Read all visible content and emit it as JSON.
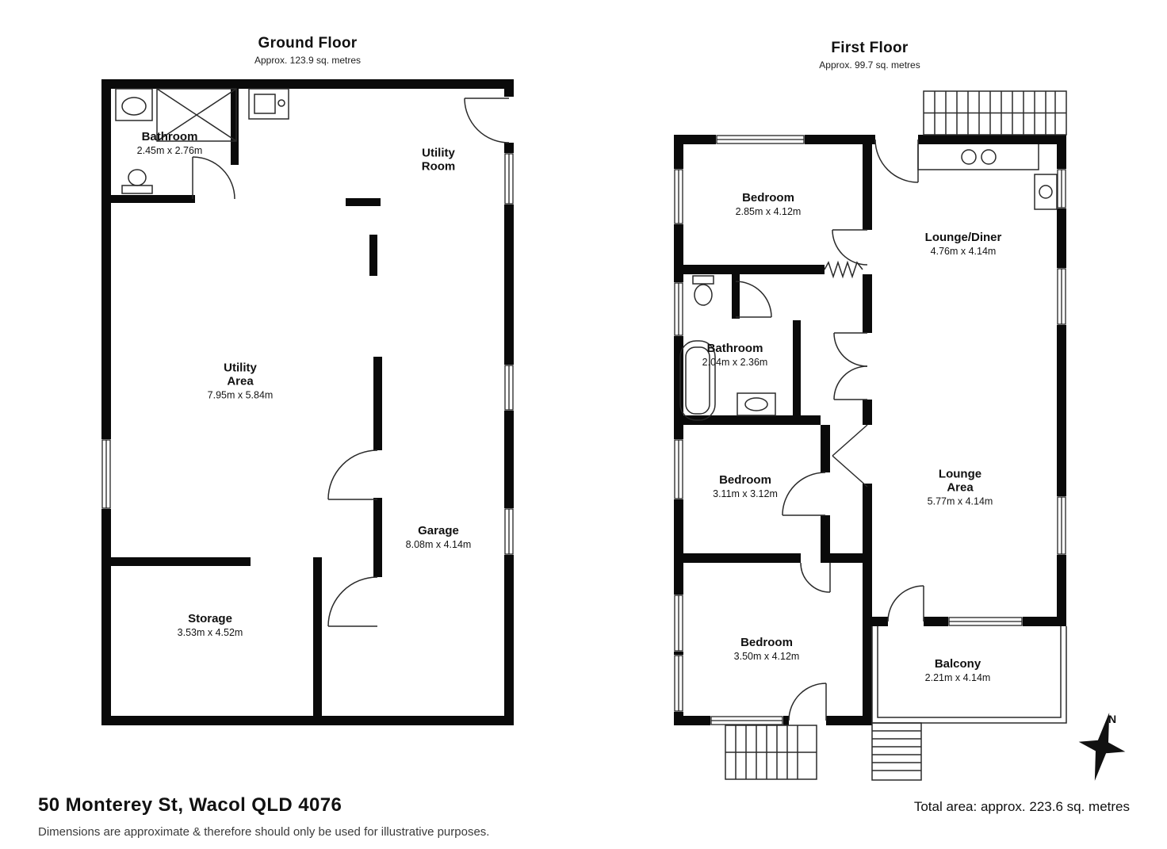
{
  "ground_floor": {
    "title": "Ground Floor",
    "subtitle": "Approx. 123.9 sq. metres",
    "rooms": [
      {
        "name": "Bathroom",
        "dims": "2.45m x 2.76m"
      },
      {
        "name": "Utility Room",
        "dims": ""
      },
      {
        "name": "Utility Area",
        "dims": "7.95m x 5.84m"
      },
      {
        "name": "Garage",
        "dims": "8.08m x 4.14m"
      },
      {
        "name": "Storage",
        "dims": "3.53m x 4.52m"
      }
    ]
  },
  "first_floor": {
    "title": "First Floor",
    "subtitle": "Approx. 99.7 sq. metres",
    "rooms": [
      {
        "name": "Bedroom",
        "dims": "2.85m x 4.12m"
      },
      {
        "name": "Lounge/Diner",
        "dims": "4.76m x 4.14m"
      },
      {
        "name": "Bathroom",
        "dims": "2.04m x 2.36m"
      },
      {
        "name": "Bedroom",
        "dims": "3.11m x 3.12m"
      },
      {
        "name": "Lounge Area",
        "dims": "5.77m x 4.14m"
      },
      {
        "name": "Bedroom",
        "dims": "3.50m x 4.12m"
      },
      {
        "name": "Balcony",
        "dims": "2.21m x 4.14m"
      }
    ]
  },
  "compass": {
    "label": "N"
  },
  "footer": {
    "address": "50 Monterey St, Wacol QLD 4076",
    "disclaimer": "Dimensions are approximate & therefore should only be used for illustrative purposes.",
    "total_area": "Total area: approx. 223.6 sq. metres"
  }
}
